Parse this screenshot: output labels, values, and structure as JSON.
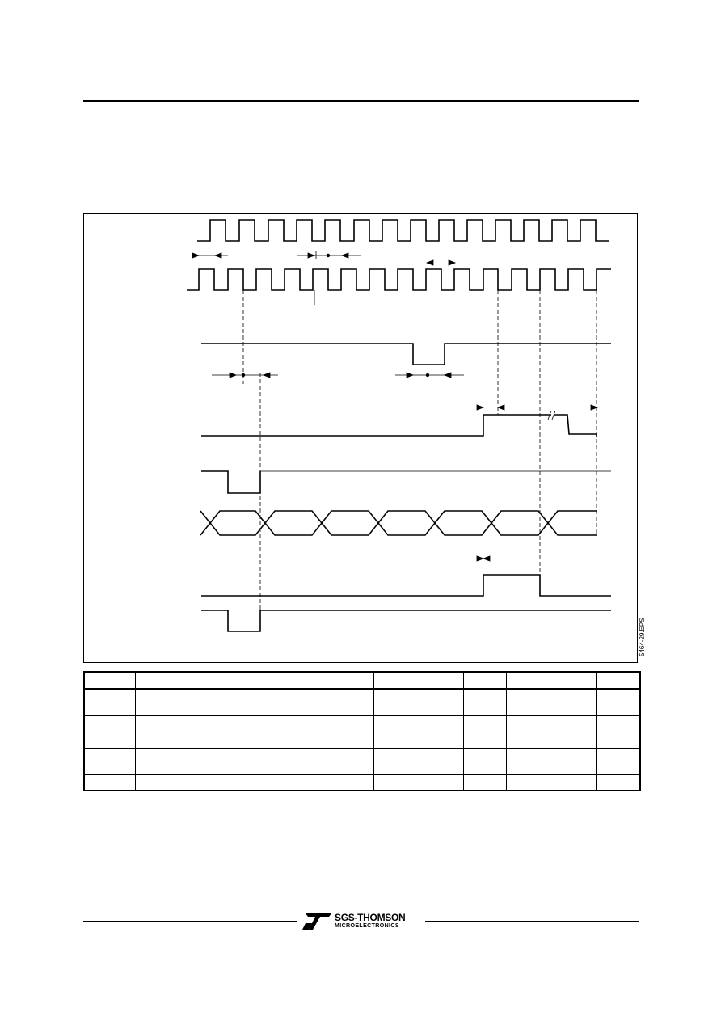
{
  "figure": {
    "code_label": "5464-29.EPS"
  },
  "table": {
    "rows": [
      [
        "",
        "",
        "",
        "",
        "",
        ""
      ],
      [
        "",
        "",
        "",
        "",
        "",
        ""
      ],
      [
        "",
        "",
        "",
        "",
        "",
        ""
      ],
      [
        "",
        "",
        "",
        "",
        "",
        ""
      ],
      [
        "",
        "",
        "",
        "",
        "",
        ""
      ],
      [
        "",
        "",
        "",
        "",
        "",
        ""
      ]
    ]
  },
  "footer": {
    "brand": "SGS-THOMSON",
    "sub": "MICROELECTRONICS"
  }
}
